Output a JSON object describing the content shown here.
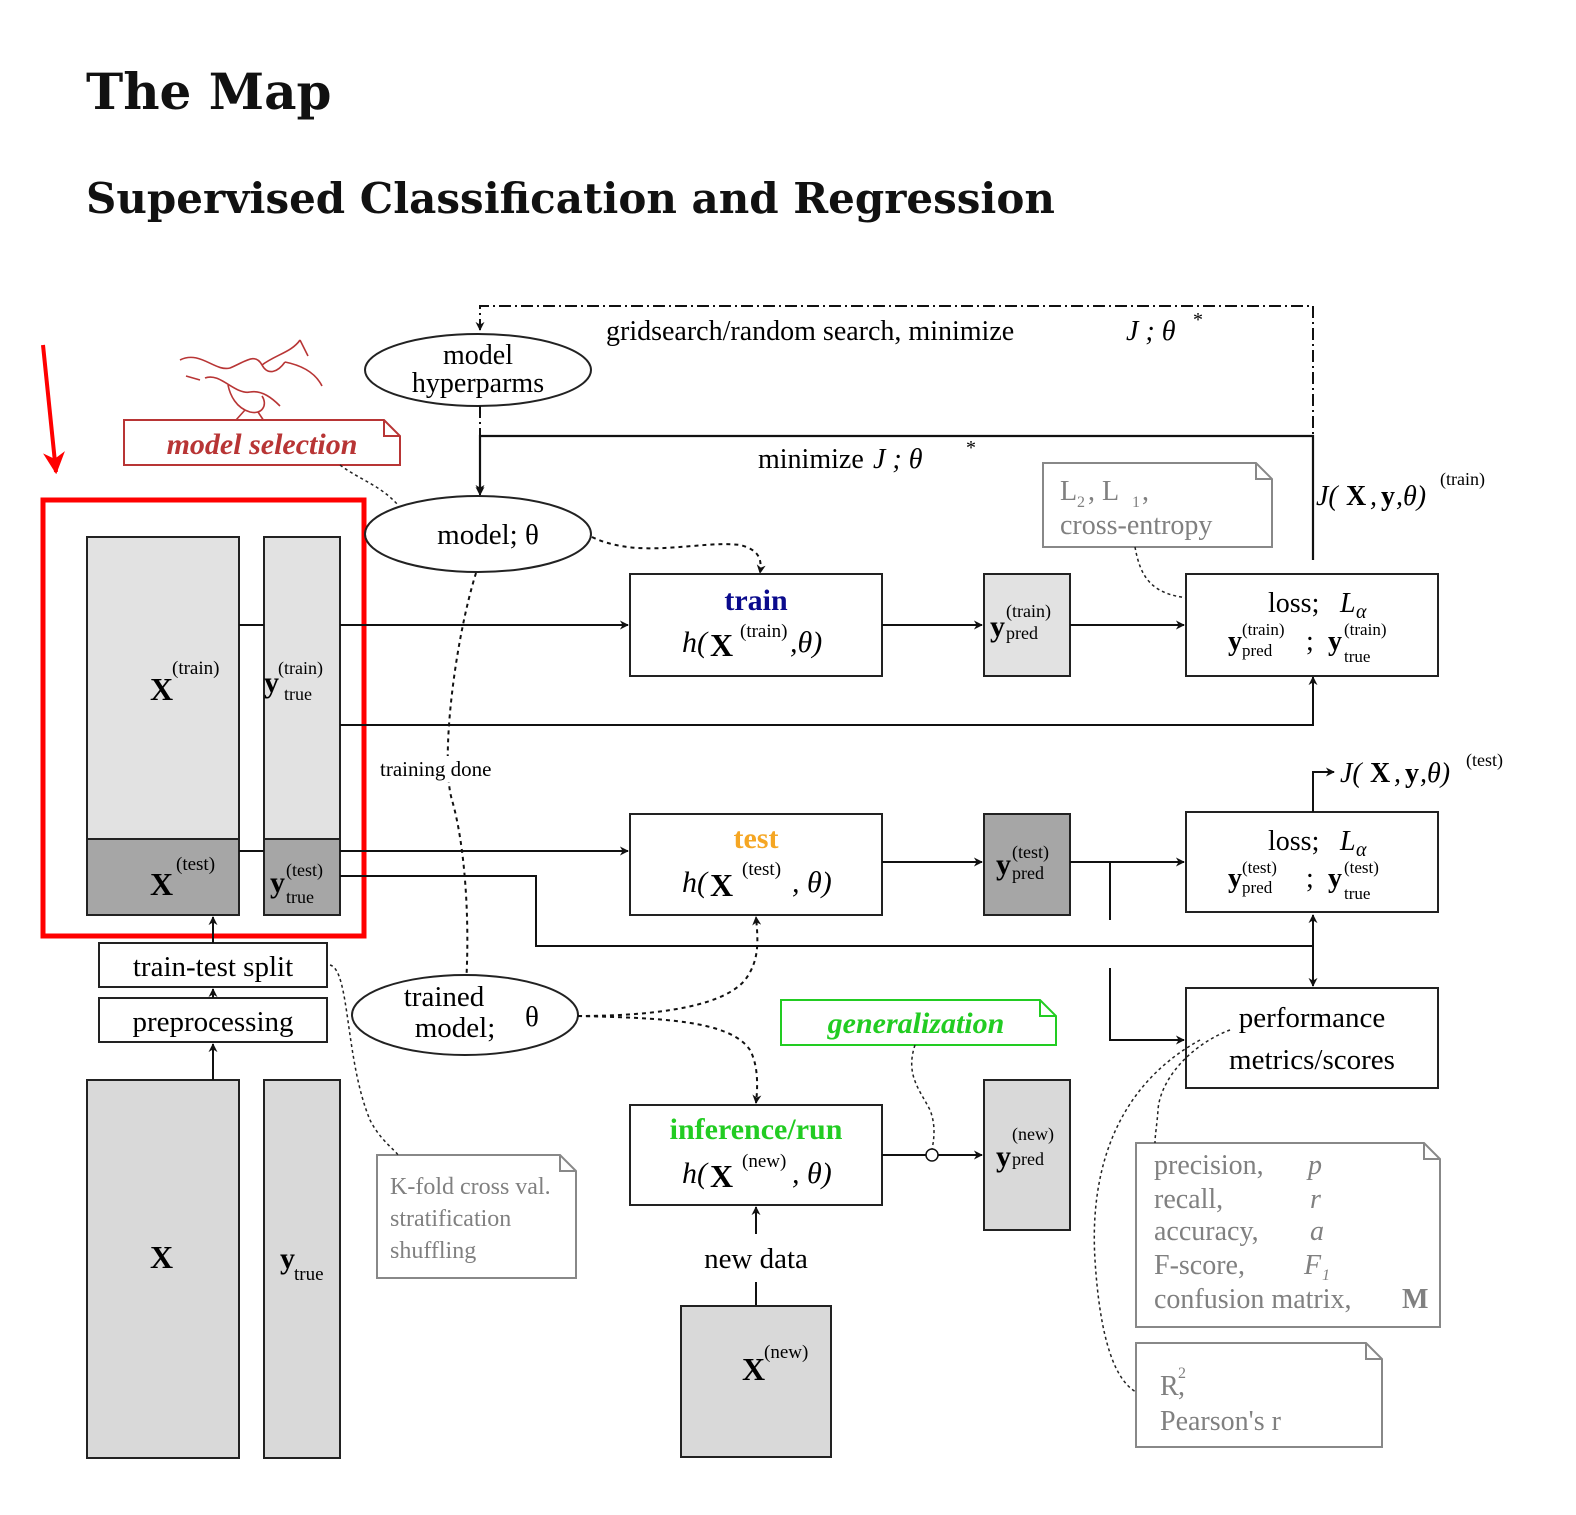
{
  "title": "The Map",
  "subtitle": "Supervised Classification and Regression",
  "colors": {
    "light_gray": "#e2e2e2",
    "dark_gray": "#a6a6a6",
    "pred_gray": "#d9d9d9",
    "train_blue": "#0a0a8c",
    "test_orange": "#f5a623",
    "green": "#22cc22",
    "model_selection_red": "#b83535",
    "highlight_red": "#ff0000",
    "note_gray": "#808080"
  },
  "labels": {
    "gridsearch": "gridsearch/random search, minimize",
    "j_theta": "J ; θ",
    "star": "*",
    "hyper_l1": "model",
    "hyper_l2": "hyperparms",
    "model_selection": "model selection",
    "minimize": "minimize",
    "model_theta": "model; θ",
    "loss_options_l1": "L",
    "loss_options_l1_b": ", L",
    "loss_options_l1_c": ",",
    "loss_options_l2": "cross-entropy",
    "sub2": "2",
    "sub1": "1",
    "J": "J(",
    "X": "X",
    "y": "y",
    "comma": ",",
    "theta_close": ",θ)",
    "theta_close_b": ", θ)",
    "train_sup": "(train)",
    "test_sup": "(test)",
    "new_sup": "(new)",
    "true_sub": "true",
    "pred_sub": "pred",
    "train": "train",
    "test": "test",
    "h_open": "h(",
    "loss": "loss;",
    "L_alpha": "L",
    "alpha": "α",
    "semicolon": ";",
    "training_done": "training done",
    "train_test_split": "train-test split",
    "preprocessing": "preprocessing",
    "trained_l1": "trained",
    "trained_l2": "model;",
    "theta": "θ",
    "generalization": "generalization",
    "inference": "inference/run",
    "new_data": "new data",
    "kfold_l1": "K-fold cross val.",
    "kfold_l2": "stratification",
    "kfold_l3": "shuffling",
    "perf_l1": "performance",
    "perf_l2": "metrics/scores",
    "metrics": [
      {
        "name": "precision,",
        "sym": "p"
      },
      {
        "name": "recall,",
        "sym": "r"
      },
      {
        "name": "accuracy,",
        "sym": "a"
      },
      {
        "name": "F-score,",
        "sym": "F"
      }
    ],
    "f_sub": "1",
    "confusion": "confusion matrix,",
    "M": "M",
    "r2_l1": "R",
    "r2_sup": "2",
    "r2_comma": ",",
    "pearson": "Pearson's r"
  }
}
